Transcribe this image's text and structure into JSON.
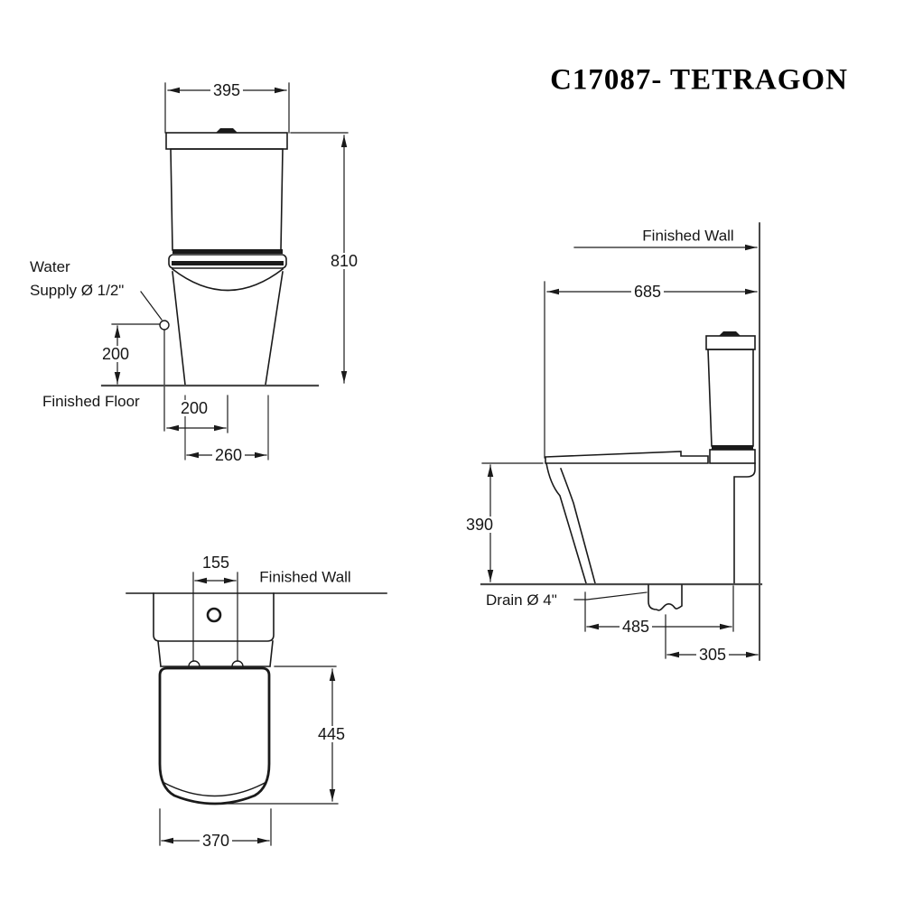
{
  "title": "C17087- TETRAGON",
  "colors": {
    "line": "#1a1a1a",
    "floor": "#4a4a4a",
    "background": "#ffffff"
  },
  "front_view": {
    "labels": {
      "water_supply_1": "Water",
      "water_supply_2": "Supply Ø 1/2\"",
      "finished_floor": "Finished Floor"
    },
    "dimensions": {
      "tank_width": "395",
      "total_height": "810",
      "supply_height": "200",
      "supply_offset": "200",
      "base_width": "260"
    }
  },
  "side_view": {
    "labels": {
      "finished_wall": "Finished Wall",
      "drain": "Drain Ø 4\""
    },
    "dimensions": {
      "total_depth": "685",
      "bowl_height": "390",
      "base_depth": "485",
      "drain_to_wall": "305"
    }
  },
  "plan_view": {
    "labels": {
      "finished_wall": "Finished Wall"
    },
    "dimensions": {
      "fixing_centres": "155",
      "seat_depth": "445",
      "seat_width": "370"
    }
  }
}
